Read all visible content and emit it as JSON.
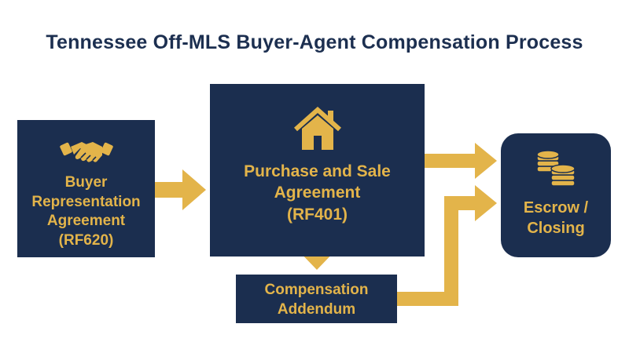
{
  "title": "Tennessee Off-MLS Buyer-Agent Compensation Process",
  "colors": {
    "navy": "#1b2e4f",
    "gold": "#e3b44a",
    "title": "#1c2f50",
    "background": "#ffffff"
  },
  "nodes": {
    "buyer": {
      "icon": "handshake-icon",
      "lines": [
        "Buyer",
        "Representation",
        "Agreement",
        "(RF620)"
      ]
    },
    "psa": {
      "icon": "house-icon",
      "lines": [
        "Purchase and Sale",
        "Agreement",
        "(RF401)"
      ]
    },
    "comp": {
      "lines": [
        "Compensation",
        "Addendum"
      ]
    },
    "escrow": {
      "icon": "coins-icon",
      "lines": [
        "Escrow /",
        "Closing"
      ]
    }
  },
  "edges": [
    {
      "from": "buyer",
      "to": "psa"
    },
    {
      "from": "psa",
      "to": "comp"
    },
    {
      "from": "psa",
      "to": "escrow"
    },
    {
      "from": "comp",
      "to": "escrow"
    }
  ]
}
